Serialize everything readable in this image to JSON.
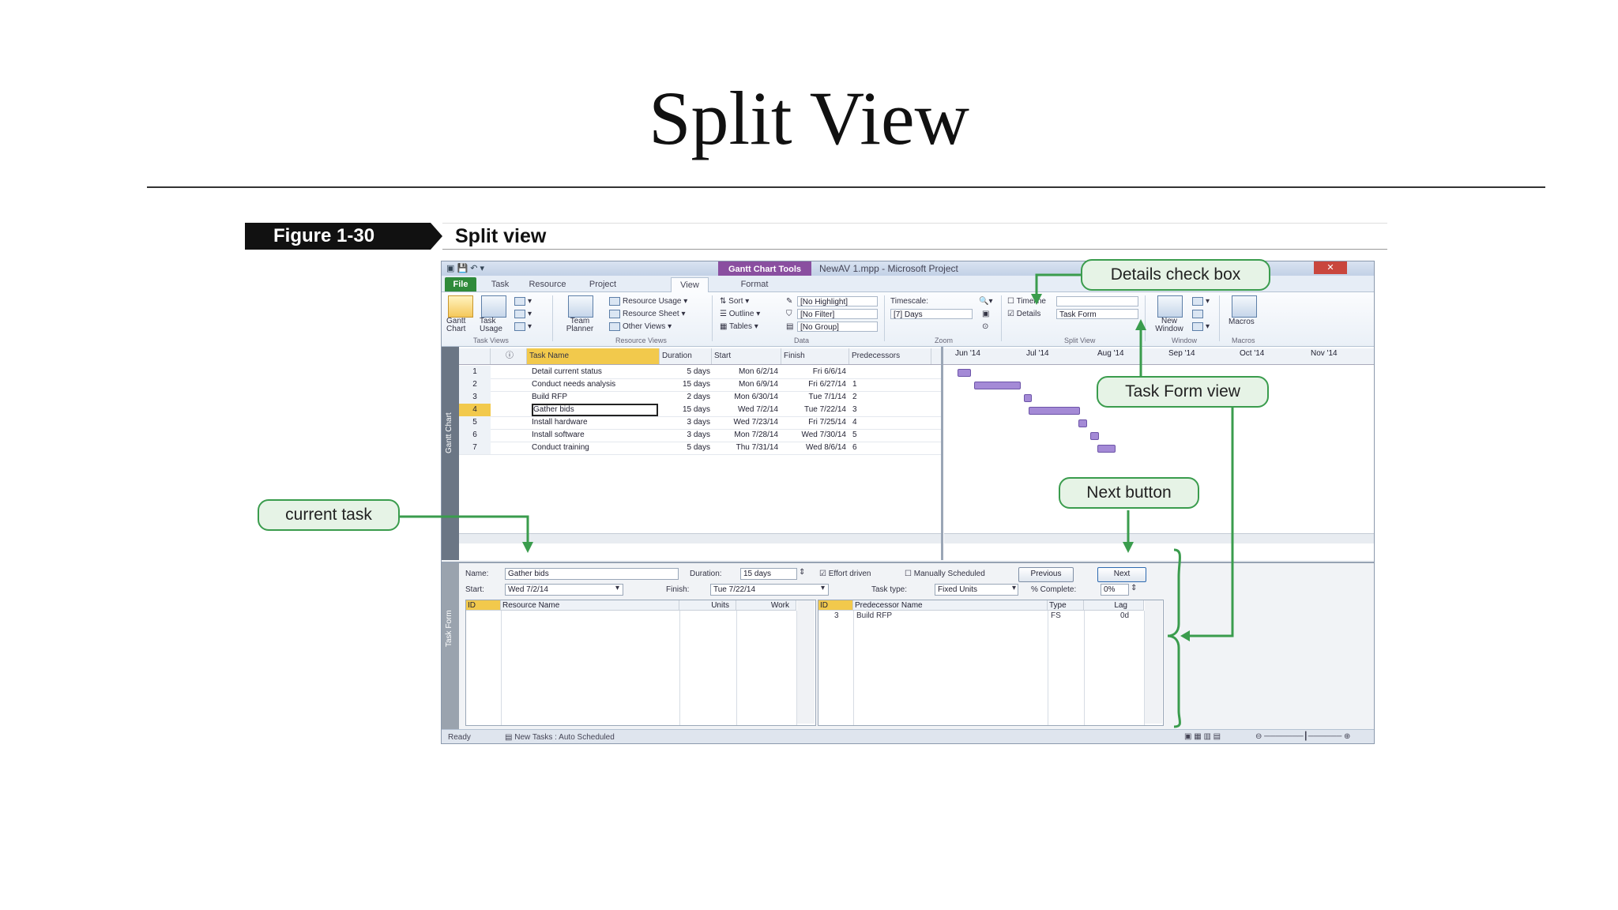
{
  "slide": {
    "title": "Split View"
  },
  "figure": {
    "number": "Figure 1-30",
    "caption": "Split view"
  },
  "window": {
    "title": "NewAV 1.mpp - Microsoft Project",
    "contextual_tab": "Gantt Chart Tools",
    "tabs": [
      "File",
      "Task",
      "Resource",
      "Project",
      "View",
      "Format"
    ],
    "active_tab": "View"
  },
  "ribbon": {
    "task_views": {
      "label": "Task Views",
      "gantt_chart": "Gantt Chart",
      "task_usage": "Task Usage"
    },
    "resource_views": {
      "label": "Resource Views",
      "team_planner": "Team Planner",
      "resource_usage": "Resource Usage",
      "resource_sheet": "Resource Sheet",
      "other_views": "Other Views"
    },
    "data": {
      "label": "Data",
      "sort": "Sort",
      "outline": "Outline",
      "tables": "Tables",
      "highlight": "[No Highlight]",
      "filter": "[No Filter]",
      "group": "[No Group]"
    },
    "zoom": {
      "label": "Zoom",
      "timescale_label": "Timescale:",
      "timescale_value": "[7] Days"
    },
    "split_view": {
      "label": "Split View",
      "timeline": "Timeline",
      "details": "Details",
      "details_checked": true,
      "details_value": "Task Form"
    },
    "window": {
      "label": "Window",
      "new_window": "New Window"
    },
    "macros": {
      "label": "Macros",
      "macros": "Macros"
    }
  },
  "gantt": {
    "side_label": "Gantt Chart",
    "columns": [
      "Task Name",
      "Duration",
      "Start",
      "Finish",
      "Predecessors"
    ],
    "rows": [
      {
        "id": "1",
        "name": "Detail current status",
        "duration": "5 days",
        "start": "Mon 6/2/14",
        "finish": "Fri 6/6/14",
        "pred": ""
      },
      {
        "id": "2",
        "name": "Conduct needs analysis",
        "duration": "15 days",
        "start": "Mon 6/9/14",
        "finish": "Fri 6/27/14",
        "pred": "1"
      },
      {
        "id": "3",
        "name": "Build RFP",
        "duration": "2 days",
        "start": "Mon 6/30/14",
        "finish": "Tue 7/1/14",
        "pred": "2"
      },
      {
        "id": "4",
        "name": "Gather bids",
        "duration": "15 days",
        "start": "Wed 7/2/14",
        "finish": "Tue 7/22/14",
        "pred": "3"
      },
      {
        "id": "5",
        "name": "Install hardware",
        "duration": "3 days",
        "start": "Wed 7/23/14",
        "finish": "Fri 7/25/14",
        "pred": "4"
      },
      {
        "id": "6",
        "name": "Install software",
        "duration": "3 days",
        "start": "Mon 7/28/14",
        "finish": "Wed 7/30/14",
        "pred": "5"
      },
      {
        "id": "7",
        "name": "Conduct training",
        "duration": "5 days",
        "start": "Thu 7/31/14",
        "finish": "Wed 8/6/14",
        "pred": "6"
      }
    ],
    "months": [
      "Jun '14",
      "Jul '14",
      "Aug '14",
      "Sep '14",
      "Oct '14",
      "Nov '14"
    ]
  },
  "task_form": {
    "side_label": "Task Form",
    "name_label": "Name:",
    "name_value": "Gather bids",
    "duration_label": "Duration:",
    "duration_value": "15 days",
    "effort_driven": "Effort driven",
    "manually_scheduled": "Manually Scheduled",
    "previous": "Previous",
    "next": "Next",
    "start_label": "Start:",
    "start_value": "Wed 7/2/14",
    "finish_label": "Finish:",
    "finish_value": "Tue 7/22/14",
    "task_type_label": "Task type:",
    "task_type_value": "Fixed Units",
    "complete_label": "% Complete:",
    "complete_value": "0%",
    "res_cols": [
      "ID",
      "Resource Name",
      "Units",
      "Work"
    ],
    "pred_cols": [
      "ID",
      "Predecessor Name",
      "Type",
      "Lag"
    ],
    "pred_row": {
      "id": "3",
      "name": "Build RFP",
      "type": "FS",
      "lag": "0d"
    }
  },
  "status": {
    "ready": "Ready",
    "new_tasks": "New Tasks : Auto Scheduled"
  },
  "callouts": {
    "details_check_box": "Details check box",
    "task_form_view": "Task Form view",
    "next_button": "Next button",
    "current_task": "current task"
  },
  "colors": {
    "callout_green": "#3a9c4d",
    "contextual_purple": "#8a4fa0",
    "file_tab_green": "#2f8a3a",
    "bar_purple": "#a48ad6"
  }
}
